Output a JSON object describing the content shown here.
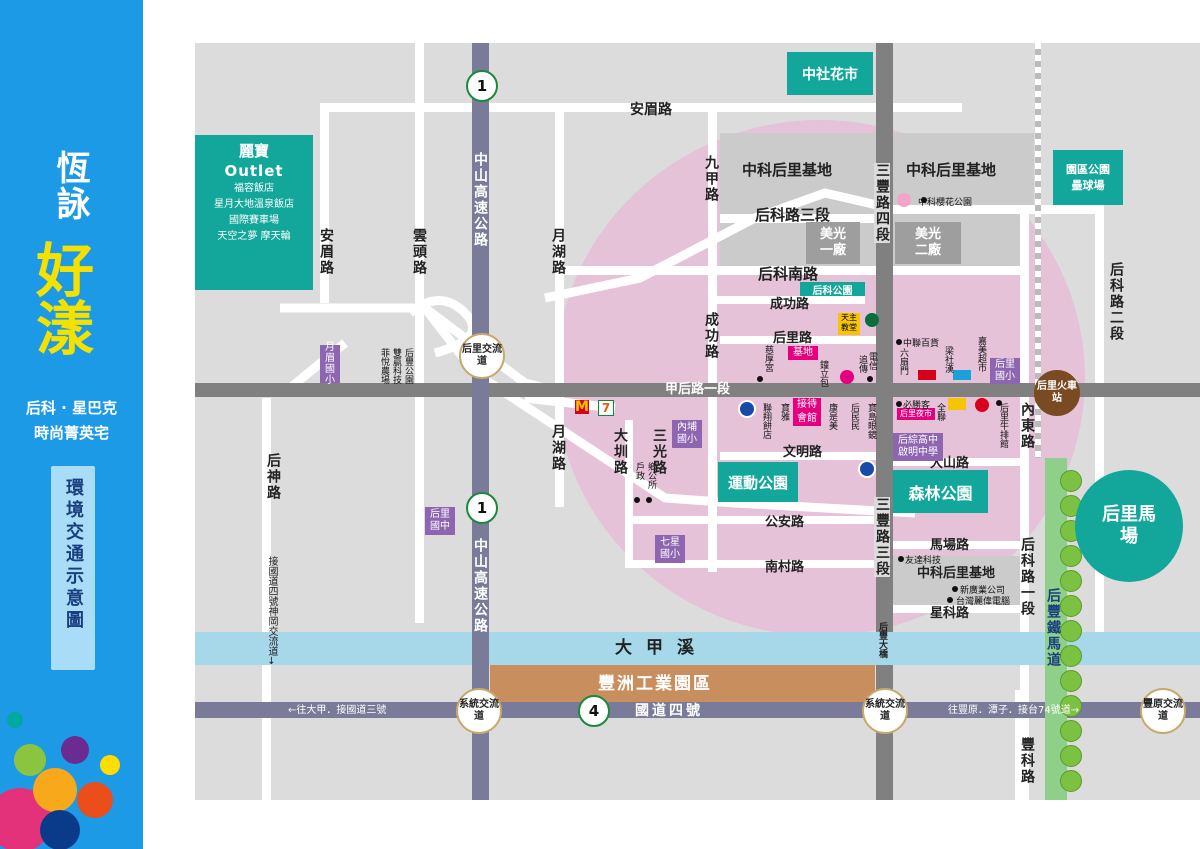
{
  "brand": {
    "name_line1": "恆詠",
    "name_line2": "好漾",
    "tagline1": "后科 · 星巴克",
    "tagline2": "時尚菁英宅",
    "diagram_title": "環境交通示意圖"
  },
  "colors": {
    "sidebar": "#1d9ae6",
    "teal": "#13a79b",
    "highway": "#7a7a99",
    "river": "#a7d8ea",
    "industrial": "#c98e5d",
    "pink_zone": "#e5c2d8"
  },
  "highways": {
    "shield_1": "1",
    "shield_4": "4",
    "zhongshan_upper": "中山高速公路",
    "zhongshan_lower": "中山高速公路",
    "national4": "國道四號"
  },
  "roads": {
    "anmei_top": "安眉路",
    "anmei_left": "安眉路",
    "yuntou": "雲頭路",
    "yuehu_upper": "月湖路",
    "yuehu_lower": "月湖路",
    "jiujia": "九甲路",
    "houke3": "后科路三段",
    "houkenan": "后科南路",
    "chenggong_h": "成功路",
    "chenggong_v": "成功路",
    "houli_rd": "后里路",
    "jiahou1": "甲后路一段",
    "wenming": "文明路",
    "gongan": "公安路",
    "nancun": "南村路",
    "dashan": "大山路",
    "machang": "馬場路",
    "xingke": "星科路",
    "sanfeng4": "三豐路四段",
    "sanfeng3": "三豐路三段",
    "houke2": "后科路二段",
    "houke1": "后科路一段",
    "neidong": "內東路",
    "houshen": "后神路",
    "dazhen": "大圳路",
    "sanguang": "三光路",
    "fengke": "豐科路",
    "bikeway": "后豐鐵馬道",
    "bridge": "后豐大橋",
    "shengang": "接國道四號神岡交流道↓",
    "to_dajia": "←往大甲．接國道三號",
    "to_fengyuan": "往豐原．潭子．接台74號道→"
  },
  "places": {
    "huashi": "中社花市",
    "outlet_name": "麗寶",
    "outlet_word": "Outlet",
    "outlet_items": [
      "福容飯店",
      "星月大地溫泉飯店",
      "國際賽車場",
      "天空之夢 摩天輪"
    ],
    "base_left": "中科后里基地",
    "base_right": "中科后里基地",
    "base_south": "中科后里基地",
    "meiguang1": "美光一廠",
    "meiguang2": "美光二廠",
    "yuanqu": "園區公園壘球場",
    "sakura": "中科櫻花公園",
    "houke_park": "后科公園",
    "sports_park": "運動公園",
    "forest_park": "森林公園",
    "racecourse": "后里馬場",
    "river": "大甲溪",
    "industrial": "豐洲工業園區",
    "station": "后里火車站"
  },
  "interchanges": {
    "houli": "后里交流道",
    "system_left": "系統交流道",
    "system_right": "系統交流道",
    "fengyuan": "豐原交流道"
  },
  "schools": {
    "yuemei": "月眉國小",
    "houli_elem": "后里國小",
    "neipu": "內埔國小",
    "houli_jr": "后里國中",
    "qixing": "七星國小",
    "houzong": "后綜高中啟明中學"
  },
  "pois": {
    "starbucks": "天主教堂",
    "site": "基地",
    "reception": "接待會館",
    "cishou": "慈厚宮",
    "zhonglian": "中聯百貨",
    "liumen": "六扇門",
    "liangshe": "梁社漢",
    "jiamei": "嘉美超市",
    "zhongcheng": "鐘立包",
    "dianxin": "電信",
    "zhuiyi": "追傳",
    "bibi": "必勝客",
    "quanlian": "全聯",
    "jiamian": "后里牛排館",
    "lianxiang": "聯翔餅店",
    "baoya": "寶雅",
    "kangshimei": "康是美",
    "houmin": "后民民",
    "baoshi": "寶島眼鏡",
    "nightmarket": "后里夜市",
    "huhu": "戶政",
    "gongsuo": "鄉公所",
    "youda": "友達科技",
    "xinguang": "新廣業公司",
    "taiwanli": "台灣麗偉電腦",
    "hakka": "菲悅農場",
    "lisai": "雙贏科技",
    "houhuang": "后豐公園"
  }
}
